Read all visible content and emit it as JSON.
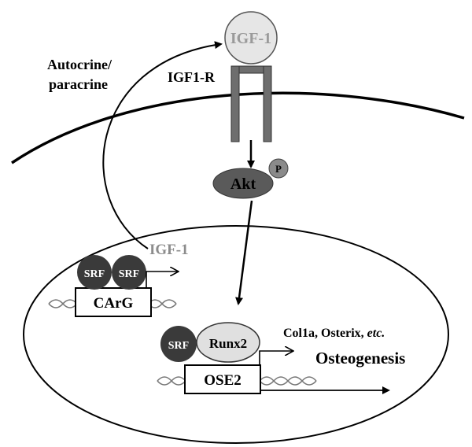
{
  "labels": {
    "ligand_top": "IGF-1",
    "receptor": "IGF1-R",
    "autocrine_line1": "Autocrine/",
    "autocrine_line2": "paracrine",
    "akt": "Akt",
    "phospho": "P",
    "igf1_gene": "IGF-1",
    "srf_left": "SRF",
    "srf_right": "SRF",
    "carg": "CArG",
    "srf_bottom": "SRF",
    "runx2": "Runx2",
    "ose2": "OSE2",
    "targets_prefix": "Col1a, Osterix, ",
    "targets_etc": "etc.",
    "osteogenesis": "Osteogenesis"
  },
  "colors": {
    "ligand_fill": "#e6e6e6",
    "ligand_text": "#9a9a9a",
    "receptor": "#6e6e6e",
    "dark_protein": "#3a3a3a",
    "akt_fill": "#5a5a5a",
    "phospho_fill": "#8a8a8a",
    "runx2_fill": "#e0e0e0",
    "igf1_gene_text": "#8c8c8c",
    "line": "#000000"
  }
}
